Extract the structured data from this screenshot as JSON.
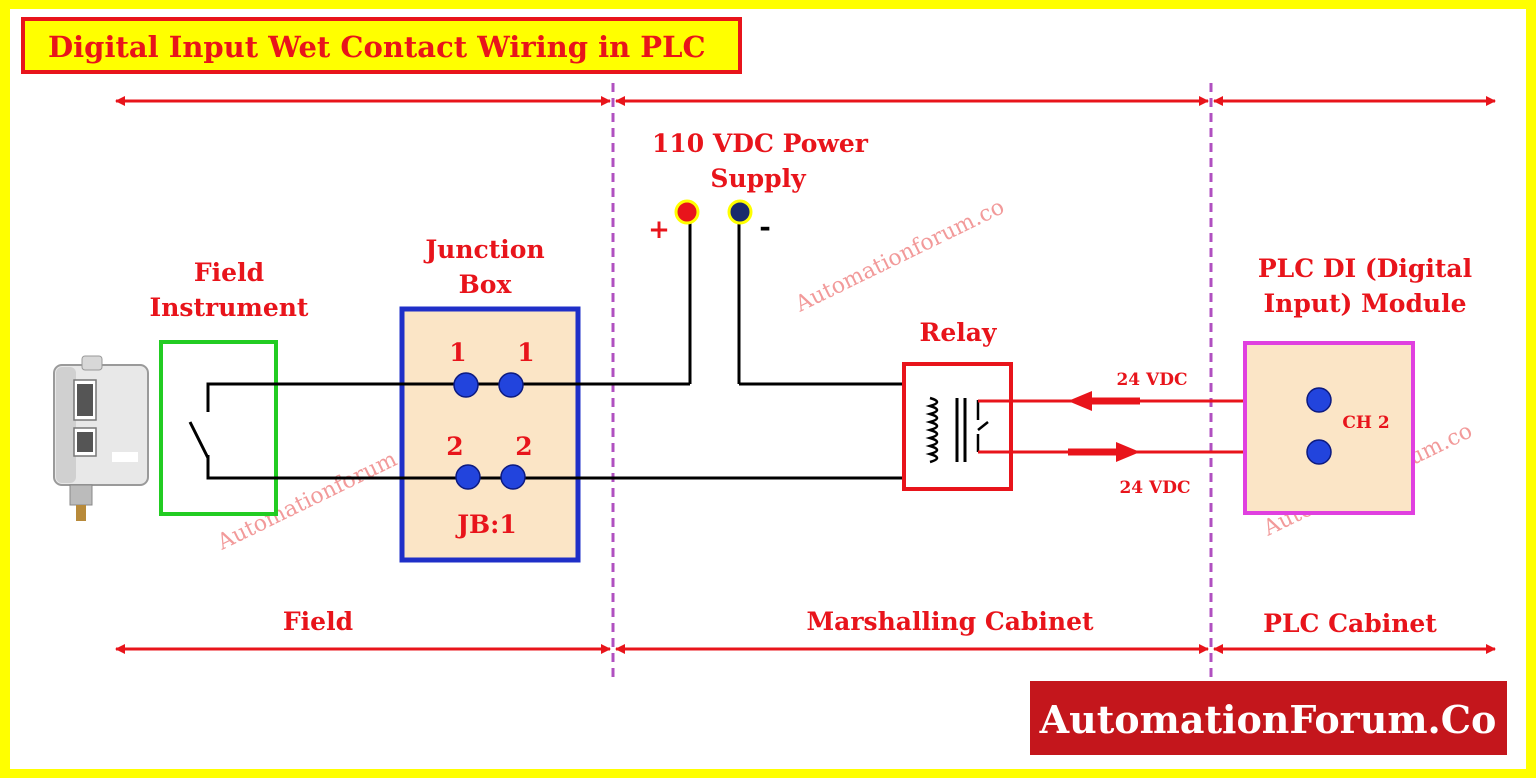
{
  "title": "Digital Input Wet Contact Wiring in PLC",
  "power_supply": {
    "label_line1": "110 VDC Power",
    "label_line2": "Supply",
    "plus": "+",
    "minus": "-"
  },
  "field_instrument": {
    "label_line1": "Field",
    "label_line2": "Instrument"
  },
  "junction_box": {
    "label_line1": "Junction",
    "label_line2": "Box",
    "terminals": [
      "1",
      "1",
      "2",
      "2"
    ],
    "tag": "JB:1"
  },
  "relay": {
    "label": "Relay"
  },
  "plc_module": {
    "label_line1": "PLC DI (Digital",
    "label_line2": "Input)  Module",
    "channel": "CH 2"
  },
  "signals": {
    "top": "24 VDC",
    "bottom": "24 VDC"
  },
  "zones": {
    "field": "Field",
    "marshalling": "Marshalling Cabinet",
    "plc": "PLC Cabinet"
  },
  "watermark": "Automationforum.co",
  "brand": "AutomationForum.Co",
  "colors": {
    "red": "#e8141b",
    "yellow": "#ffff00",
    "green": "#22cc22",
    "blue": "#1f2fc8",
    "magenta": "#e040e0",
    "purple_divider": "#b050c0",
    "box_fill": "#fbe5c6",
    "terminal_blue": "#2244dd",
    "brand_bg": "#c4161c"
  }
}
